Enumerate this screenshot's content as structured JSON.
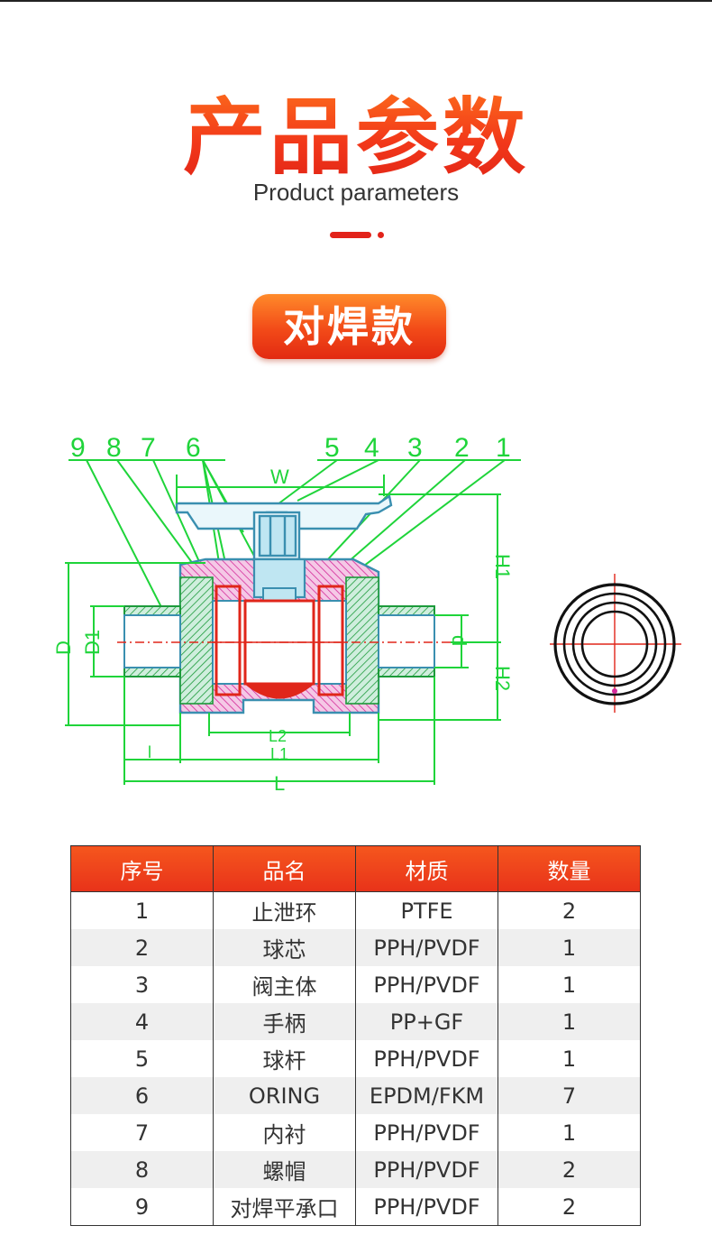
{
  "header": {
    "title": "产品参数",
    "subtitle": "Product parameters"
  },
  "badge": {
    "label": "对焊款"
  },
  "drawing": {
    "part_numbers": [
      "9",
      "8",
      "7",
      "6",
      "5",
      "4",
      "3",
      "2",
      "1"
    ],
    "dimension_labels": {
      "W": "W",
      "H1": "H1",
      "H2": "H2",
      "D": "D",
      "D1": "D1",
      "d": "d",
      "L2": "L2",
      "l": "l",
      "L1": "L1",
      "L": "L"
    },
    "colors": {
      "leader": "#1fd43a",
      "body_blue": "#3a8fb0",
      "fill_blue": "#bfe6f2",
      "magenta": "#d42a9a",
      "red": "#e0261a",
      "green_hatch": "#1c9a3a"
    }
  },
  "table": {
    "headers": [
      "序号",
      "品名",
      "材质",
      "数量"
    ],
    "rows": [
      [
        "1",
        "止泄环",
        "PTFE",
        "2"
      ],
      [
        "2",
        "球芯",
        "PPH/PVDF",
        "1"
      ],
      [
        "3",
        "阀主体",
        "PPH/PVDF",
        "1"
      ],
      [
        "4",
        "手柄",
        "PP+GF",
        "1"
      ],
      [
        "5",
        "球杆",
        "PPH/PVDF",
        "1"
      ],
      [
        "6",
        "ORING",
        "EPDM/FKM",
        "7"
      ],
      [
        "7",
        "内衬",
        "PPH/PVDF",
        "1"
      ],
      [
        "8",
        "螺帽",
        "PPH/PVDF",
        "2"
      ],
      [
        "9",
        "对焊平承口",
        "PPH/PVDF",
        "2"
      ]
    ]
  }
}
